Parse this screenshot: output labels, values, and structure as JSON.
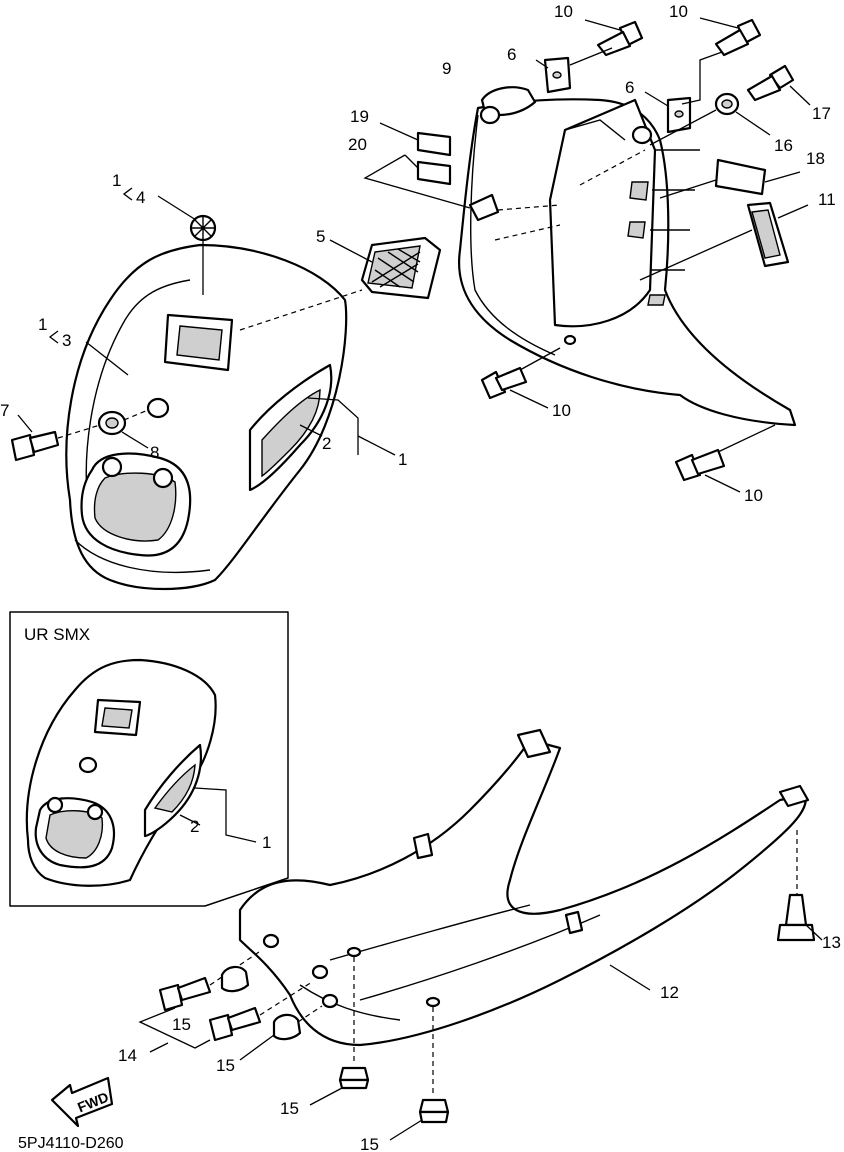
{
  "diagram_id": "5PJ4110-D260",
  "variant_box_title": "UR SMX",
  "fwd_label": "FWD",
  "callouts": {
    "c10a": "10",
    "c10b": "10",
    "c6a": "6",
    "c9": "9",
    "c6b": "6",
    "c17": "17",
    "c16": "16",
    "c19": "19",
    "c20": "20",
    "c18": "18",
    "c11": "11",
    "c1a": "1",
    "c4": "4",
    "c5": "5",
    "c1b": "1",
    "c3": "3",
    "c7": "7",
    "c8": "8",
    "c2": "2",
    "c1c": "1",
    "c10c": "10",
    "c10d": "10",
    "c2box": "2",
    "c1box": "1",
    "c13": "13",
    "c12": "12",
    "c15a": "15",
    "c14": "14",
    "c15b": "15",
    "c15c": "15",
    "c15d": "15"
  }
}
